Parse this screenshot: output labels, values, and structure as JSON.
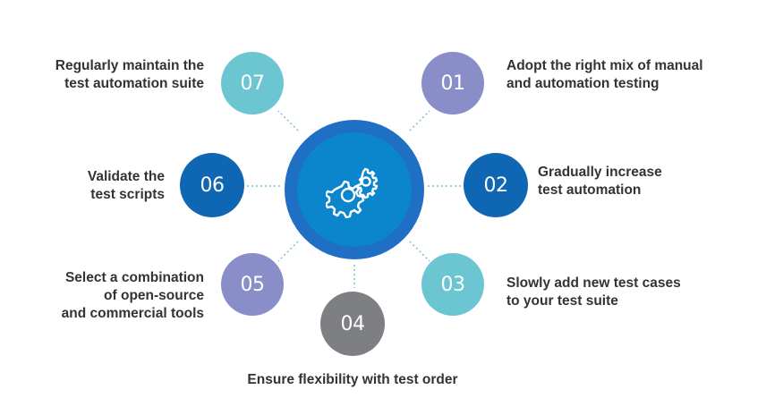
{
  "hub": {
    "icon": "gears-icon",
    "colors": {
      "outer": "#1f6fc4",
      "inner": "#0b86cd"
    }
  },
  "steps": [
    {
      "number": "01",
      "color": "#8a8ec8",
      "text_lines": [
        "Adopt the right mix of manual",
        "and automation testing"
      ]
    },
    {
      "number": "02",
      "color": "#0f67b3",
      "text_lines": [
        "Gradually increase",
        "test automation"
      ]
    },
    {
      "number": "03",
      "color": "#6cc6d2",
      "text_lines": [
        "Slowly add new test cases",
        "to your test suite"
      ]
    },
    {
      "number": "04",
      "color": "#7e7f82",
      "text_lines": [
        "Ensure flexibility with test order"
      ]
    },
    {
      "number": "05",
      "color": "#8a8ec8",
      "text_lines": [
        "Select a combination",
        "of open-source",
        "and commercial tools"
      ]
    },
    {
      "number": "06",
      "color": "#0f67b3",
      "text_lines": [
        "Validate the",
        "test scripts"
      ]
    },
    {
      "number": "07",
      "color": "#6cc6d2",
      "text_lines": [
        "Regularly maintain the",
        "test automation suite"
      ]
    }
  ]
}
